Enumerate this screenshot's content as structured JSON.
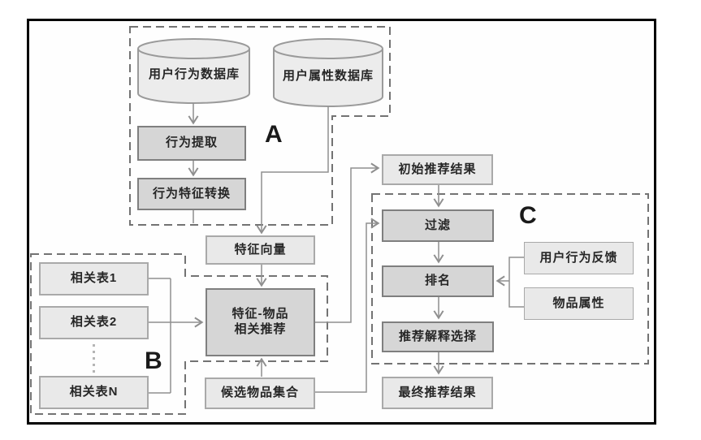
{
  "figure": {
    "section_labels": {
      "a": "A",
      "b": "B",
      "c": "C"
    },
    "nodes": {
      "user_behavior_db": "用户行为数据库",
      "user_attribute_db": "用户属性数据库",
      "behavior_extraction": "行为提取",
      "behavior_feature_conversion": "行为特征转换",
      "feature_vector": "特征向量",
      "feature_item_recommend_line1": "特征-物品",
      "feature_item_recommend_line2": "相关推荐",
      "related_table_1": "相关表1",
      "related_table_2": "相关表2",
      "related_table_n": "相关表N",
      "candidate_item_set": "候选物品集合",
      "initial_recommend_result": "初始推荐结果",
      "filter": "过滤",
      "ranking": "排名",
      "recommend_explanation_selection": "推荐解释选择",
      "final_recommend_result": "最终推荐结果",
      "user_behavior_feedback": "用户行为反馈",
      "item_attribute": "物品属性"
    },
    "colors": {
      "frame": "#000000",
      "dashed_border": "#737373",
      "connector": "#8f8f8f",
      "light_box_fill": "#e9e9e9",
      "light_box_border": "#a9a9a9",
      "dark_box_fill": "#d6d6d6",
      "dark_box_border": "#7f7f7f",
      "text": "#262626"
    }
  }
}
